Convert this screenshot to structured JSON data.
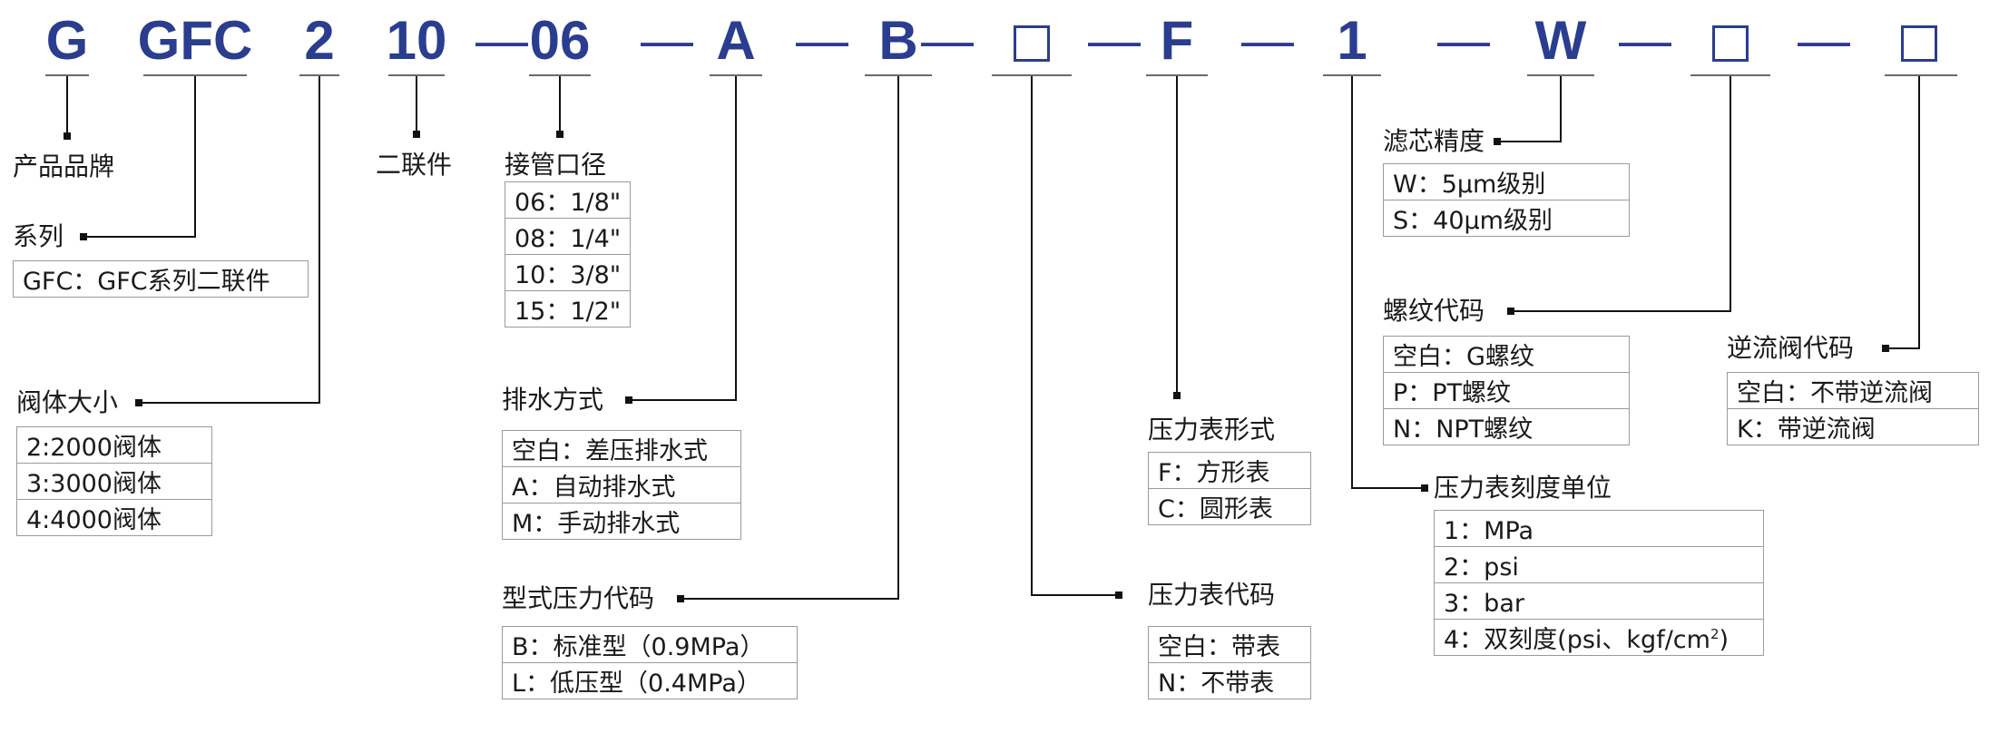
{
  "code": {
    "brand": "G",
    "series": "GFC",
    "body_size": "2",
    "unit": "10",
    "port_size": "06",
    "drain": "A",
    "pressure_type": "B",
    "gauge_code": "",
    "gauge_shape": "F",
    "gauge_unit": "1",
    "filter_precision": "W",
    "thread": "",
    "check_valve": "",
    "separator": "—"
  },
  "labels": {
    "brand": "产品品牌",
    "series": "系列",
    "body_size": "阀体大小",
    "unit": "二联件",
    "port_size": "接管口径",
    "drain": "排水方式",
    "pressure_type": "型式压力代码",
    "gauge_code": "压力表代码",
    "gauge_shape": "压力表形式",
    "gauge_unit": "压力表刻度单位",
    "filter_precision": "滤芯精度",
    "thread": "螺纹代码",
    "check_valve": "逆流阀代码"
  },
  "tables": {
    "series": [
      "GFC：GFC系列二联件"
    ],
    "body_size": [
      "2:2000阀体",
      "3:3000阀体",
      "4:4000阀体"
    ],
    "port_size": [
      "06：1/8\"",
      "08：1/4\"",
      "10：3/8\"",
      "15：1/2\""
    ],
    "drain": [
      "空白：差压排水式",
      "A：自动排水式",
      "M：手动排水式"
    ],
    "pressure_type": [
      "B：标准型（0.9MPa）",
      "L：低压型（0.4MPa）"
    ],
    "gauge_code": [
      "空白：带表",
      "N：不带表"
    ],
    "gauge_shape": [
      "F：方形表",
      "C：圆形表"
    ],
    "gauge_unit": [
      "1：MPa",
      "2：psi",
      "3：bar",
      "4：双刻度(psi、kgf/cm",
      "2",
      ")"
    ],
    "filter_precision": [
      "W：5μm级别",
      "S：40μm级别"
    ],
    "thread": [
      "空白：G螺纹",
      "P：PT螺纹",
      "N：NPT螺纹"
    ],
    "check_valve": [
      "空白：不带逆流阀",
      "K：带逆流阀"
    ]
  },
  "colors": {
    "code_text": "#2a3d8f",
    "text": "#1a1a1a",
    "lines": "#111111",
    "table_border": "#9a9a9a"
  }
}
